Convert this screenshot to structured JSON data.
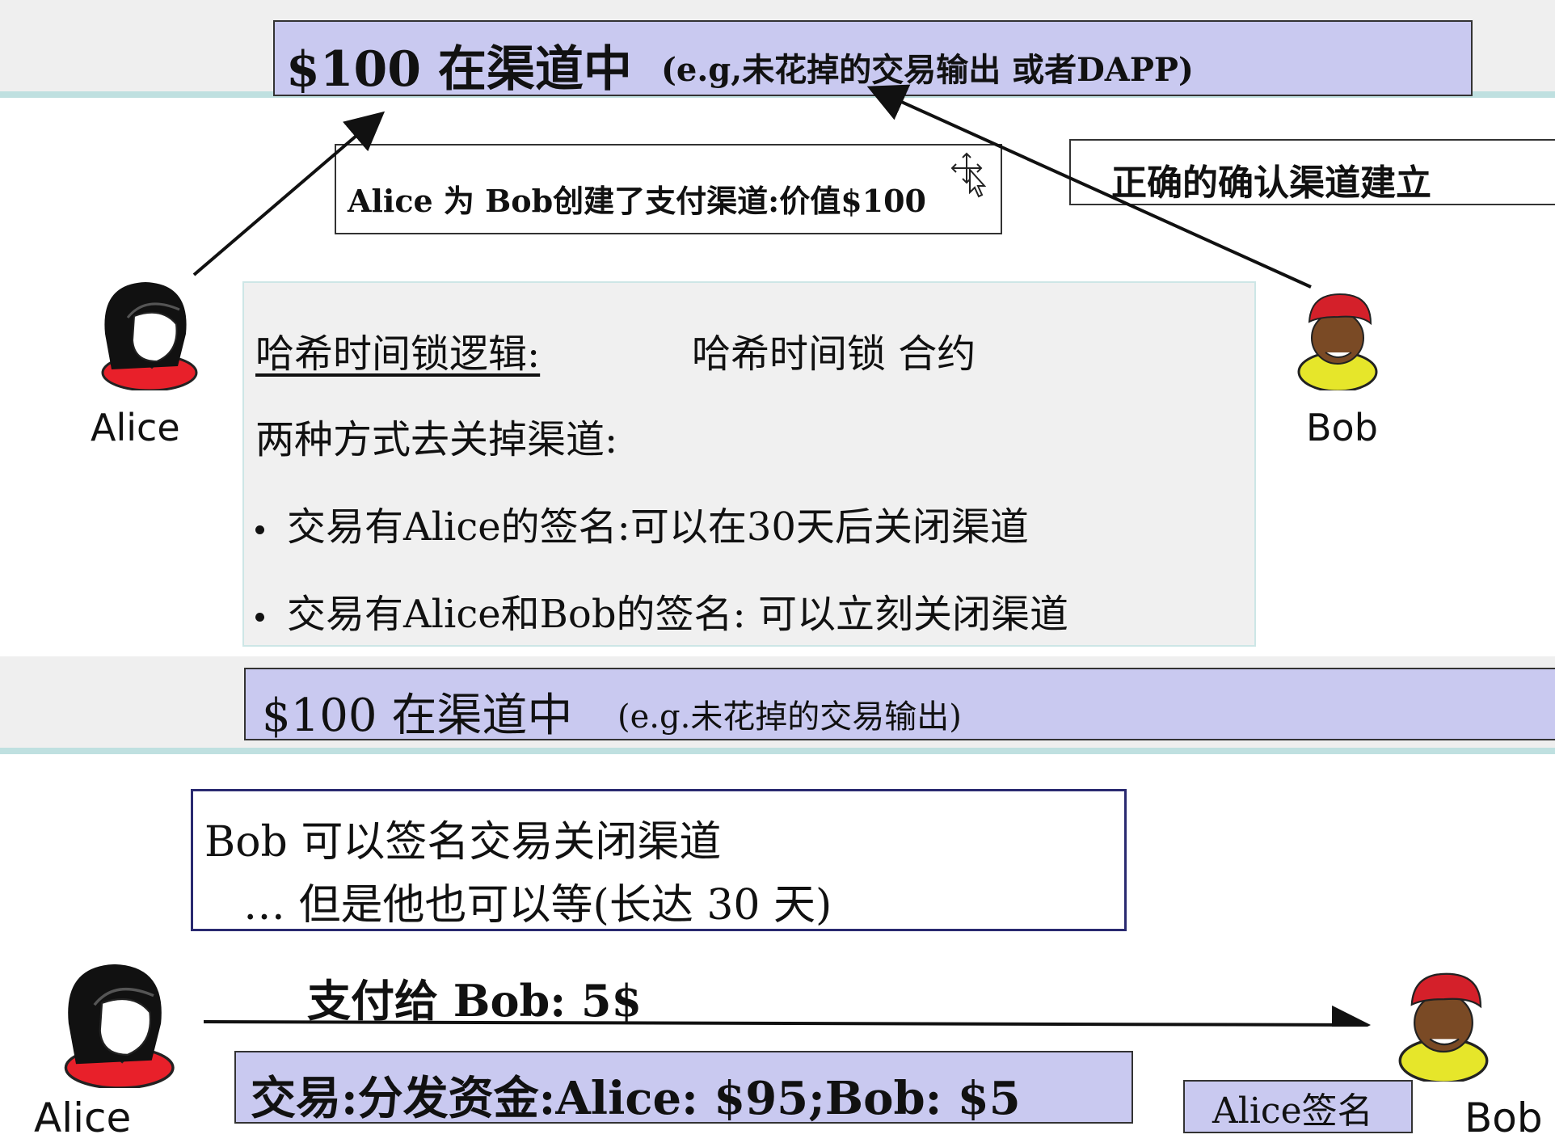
{
  "top": {
    "channel_title": "$100 在渠道中",
    "channel_note": "(e.g,未花掉的交易输出 或者DAPP)",
    "create_text": "Alice 为 Bob创建了支付渠道:价值$100",
    "confirm_text": "正确的确认渠道建立",
    "alice_label": "Alice",
    "bob_label": "Bob"
  },
  "htlc": {
    "heading": "哈希时间锁逻辑:",
    "heading_right": "哈希时间锁 合约",
    "close_intro": "两种方式去关掉渠道:",
    "bullets": [
      "交易有Alice的签名:可以在30天后关闭渠道",
      "交易有Alice和Bob的签名: 可以立刻关闭渠道"
    ]
  },
  "bottom": {
    "channel_title": "$100 在渠道中",
    "channel_note": "(e.g.未花掉的交易输出)",
    "bob_line1": "Bob 可以签名交易关闭渠道",
    "bob_line2": "…   但是他也可以等(长达 30 天)",
    "pay_text": "支付给 Bob: 5$",
    "tx_text": "交易:分发资金:Alice: $95;Bob: $5",
    "sig_text": "Alice签名",
    "alice_label": "Alice",
    "bob_label": "Bob"
  },
  "colors": {
    "lavender": "#c9c9f0",
    "alice_shirt": "#e8202a",
    "bob_shirt": "#e6e62a",
    "bob_hat": "#d4202a"
  }
}
